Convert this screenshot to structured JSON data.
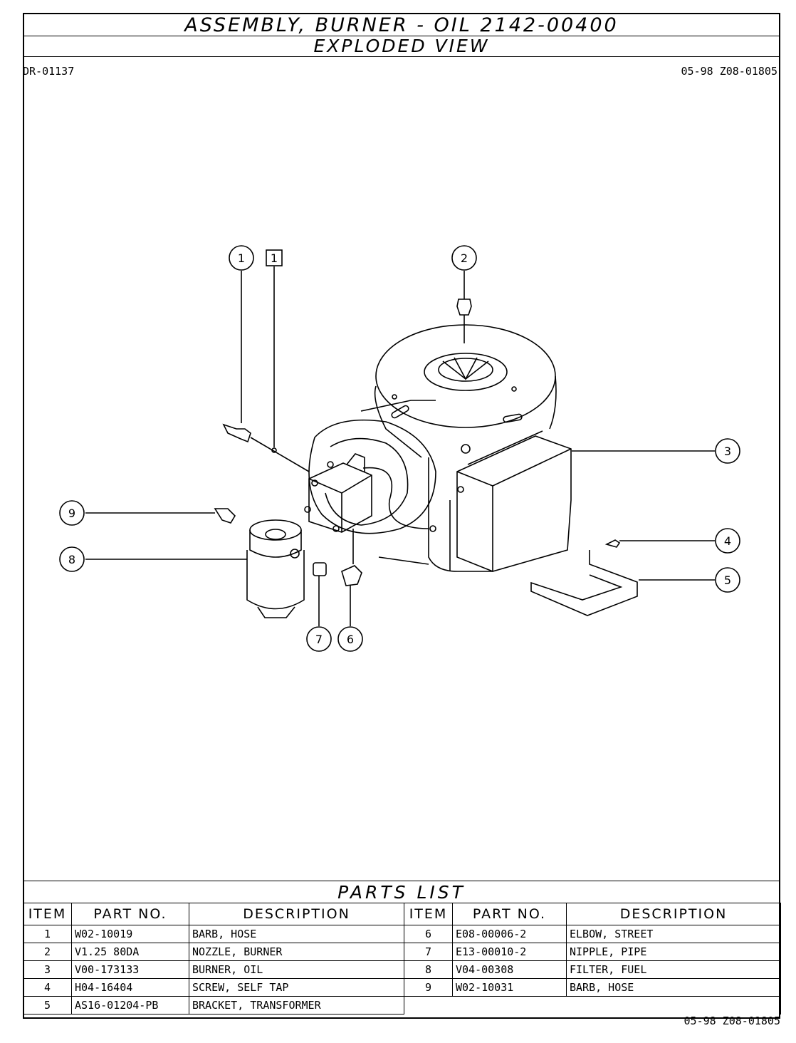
{
  "title": "ASSEMBLY, BURNER - OIL 2142-00400",
  "subtitle": "EXPLODED VIEW",
  "drawing_number": "DR-01137",
  "revision": "05-98 Z08-01805",
  "footer_revision": "05-98 Z08-01805",
  "callouts": [
    "1",
    "2",
    "3",
    "4",
    "5",
    "6",
    "7",
    "8",
    "9"
  ],
  "note_flag": "1",
  "parts_list": {
    "title": "PARTS LIST",
    "headers": {
      "item": "ITEM",
      "part": "PART NO.",
      "desc": "DESCRIPTION"
    },
    "left": [
      {
        "item": "1",
        "part": "W02-10019",
        "desc": "BARB, HOSE"
      },
      {
        "item": "2",
        "part": "V1.25 80DA",
        "desc": "NOZZLE, BURNER"
      },
      {
        "item": "3",
        "part": "V00-173133",
        "desc": "BURNER, OIL"
      },
      {
        "item": "4",
        "part": "H04-16404",
        "desc": "SCREW, SELF TAP"
      },
      {
        "item": "5",
        "part": "AS16-01204-PB",
        "desc": "BRACKET, TRANSFORMER"
      }
    ],
    "right": [
      {
        "item": "6",
        "part": "E08-00006-2",
        "desc": "ELBOW, STREET"
      },
      {
        "item": "7",
        "part": "E13-00010-2",
        "desc": "NIPPLE, PIPE"
      },
      {
        "item": "8",
        "part": "V04-00308",
        "desc": "FILTER, FUEL"
      },
      {
        "item": "9",
        "part": "W02-10031",
        "desc": "BARB, HOSE"
      }
    ]
  }
}
